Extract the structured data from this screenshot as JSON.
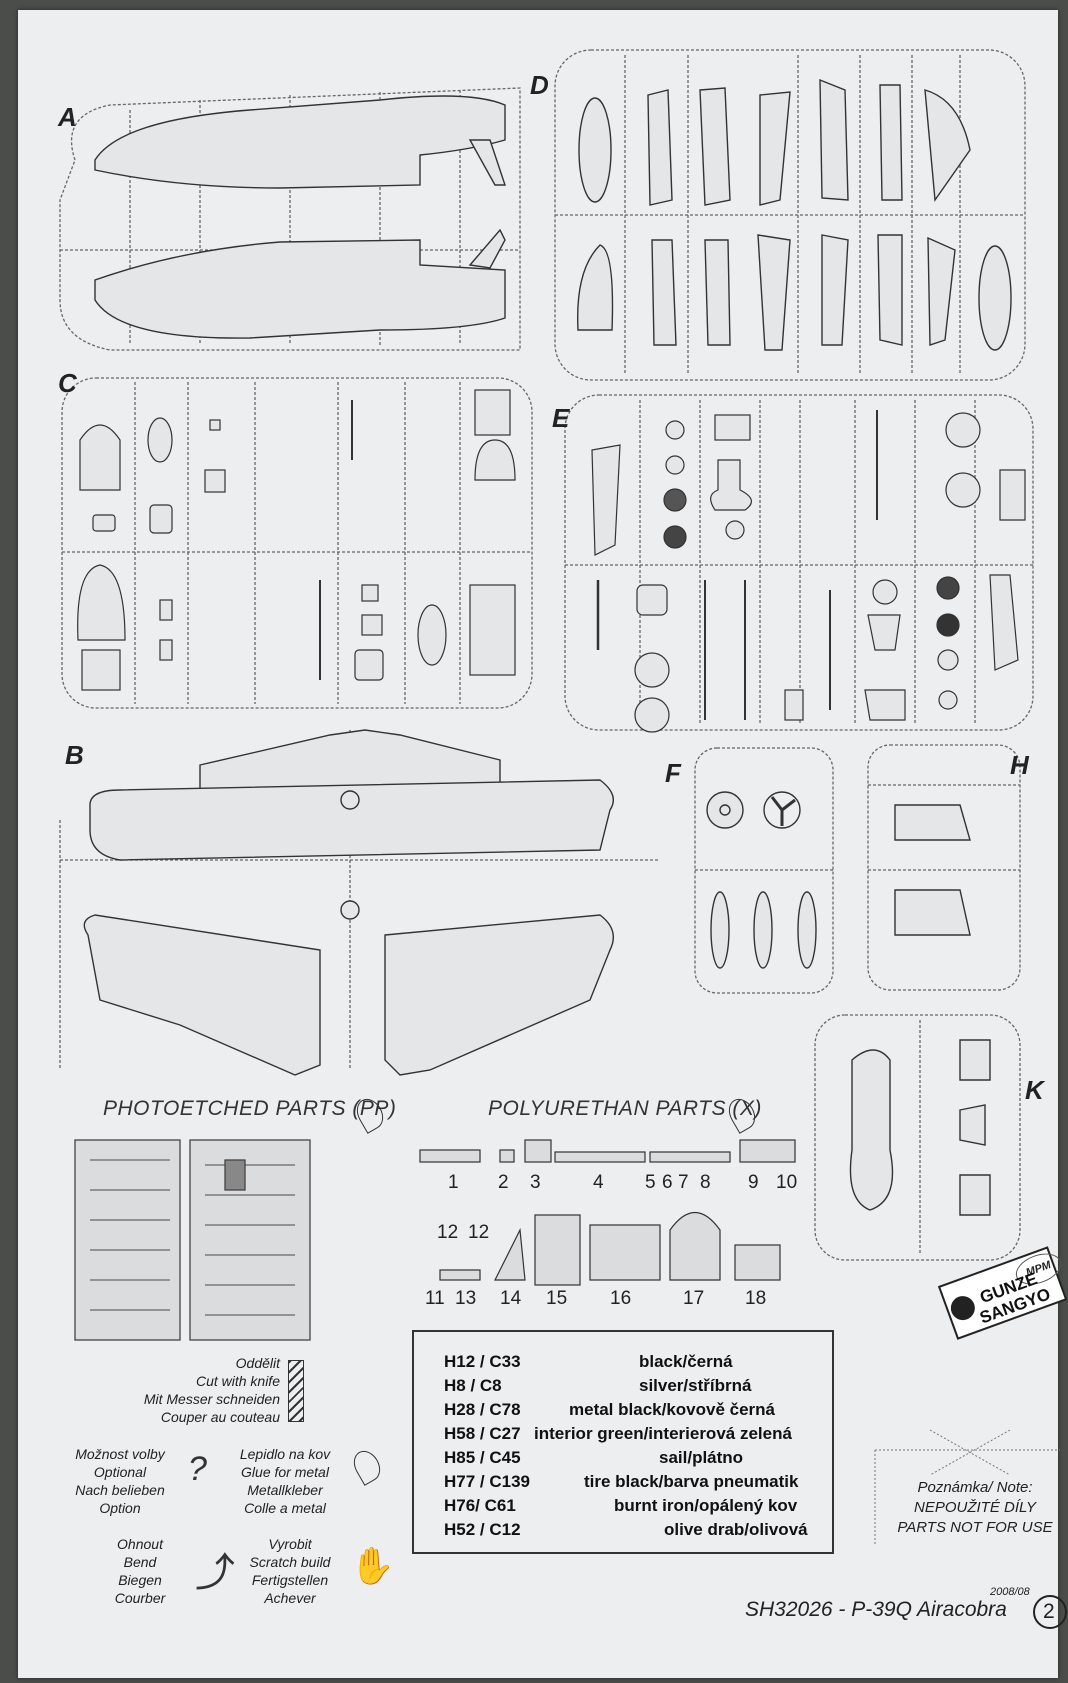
{
  "sprue_labels": {
    "a": "A",
    "b": "B",
    "c": "C",
    "d": "D",
    "e": "E",
    "f": "F",
    "h": "H",
    "k": "K"
  },
  "headings": {
    "photoetched": "PHOTOETCHED PARTS (PP)",
    "polyurethan": "POLYURETHAN PARTS (X)"
  },
  "resin_numbers": [
    "1",
    "2",
    "3",
    "4",
    "5",
    "6",
    "7",
    "8",
    "9",
    "10",
    "12",
    "12",
    "11",
    "13",
    "14",
    "15",
    "16",
    "17",
    "18"
  ],
  "legend": {
    "cut": [
      "Oddělit",
      "Cut with knife",
      "Mit Messer schneiden",
      "Couper au couteau"
    ],
    "optional": [
      "Možnost volby",
      "Optional",
      "Nach belieben",
      "Option"
    ],
    "glue": [
      "Lepidlo na kov",
      "Glue for metal",
      "Metallkleber",
      "Colle a metal"
    ],
    "bend": [
      "Ohnout",
      "Bend",
      "Biegen",
      "Courber"
    ],
    "scratch": [
      "Vyrobit",
      "Scratch build",
      "Fertigstellen",
      "Achever"
    ]
  },
  "colors": [
    {
      "code": "H12 / C33",
      "name": "black/černá"
    },
    {
      "code": "H8 / C8",
      "name": "silver/stříbrná"
    },
    {
      "code": "H28 / C78",
      "name": "metal black/kovově černá"
    },
    {
      "code": "H58 / C27",
      "name": "interior green/interierová zelená"
    },
    {
      "code": "H85 / C45",
      "name": "sail/plátno"
    },
    {
      "code": "H77 / C139",
      "name": "tire black/barva pneumatik"
    },
    {
      "code": "H76/ C61",
      "name": "burnt iron/opálený kov"
    },
    {
      "code": "H52 / C12",
      "name": "olive drab/olivová"
    }
  ],
  "brand": {
    "gunze_line1": "GUNZE",
    "gunze_line2": "SANGYO",
    "mpm": "MPM"
  },
  "note": {
    "line1": "Poznámka/ Note:",
    "line2": "NEPOUŽITÉ DÍLY",
    "line3": "PARTS NOT FOR USE"
  },
  "footer": {
    "date": "2008/08",
    "title": "SH32026 - P-39Q Airacobra",
    "page": "2"
  }
}
